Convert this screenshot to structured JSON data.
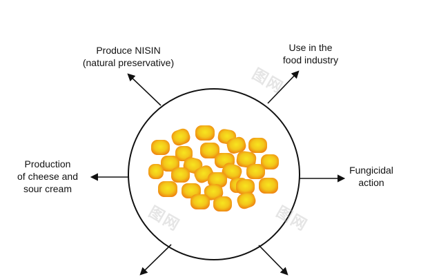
{
  "labels": {
    "nisin": {
      "line1": "Produce NISIN",
      "line2": "(natural preservative)"
    },
    "food": {
      "line1": "Use in the",
      "line2": "food industry"
    },
    "cheese": {
      "line1": "Production",
      "line2": "of cheese and",
      "line3": "sour cream"
    },
    "fungicidal": {
      "line1": "Fungicidal",
      "line2": "action"
    }
  },
  "watermark": {
    "text": "图网"
  },
  "colors": {
    "bacteria_center": "#f2d21c",
    "bacteria_edge": "#f07a0e",
    "outline": "#111111",
    "arrow": "#111111"
  },
  "icons": {
    "bacteria": "lactic-acid-bacteria-icon",
    "arrow": "arrow-icon"
  }
}
